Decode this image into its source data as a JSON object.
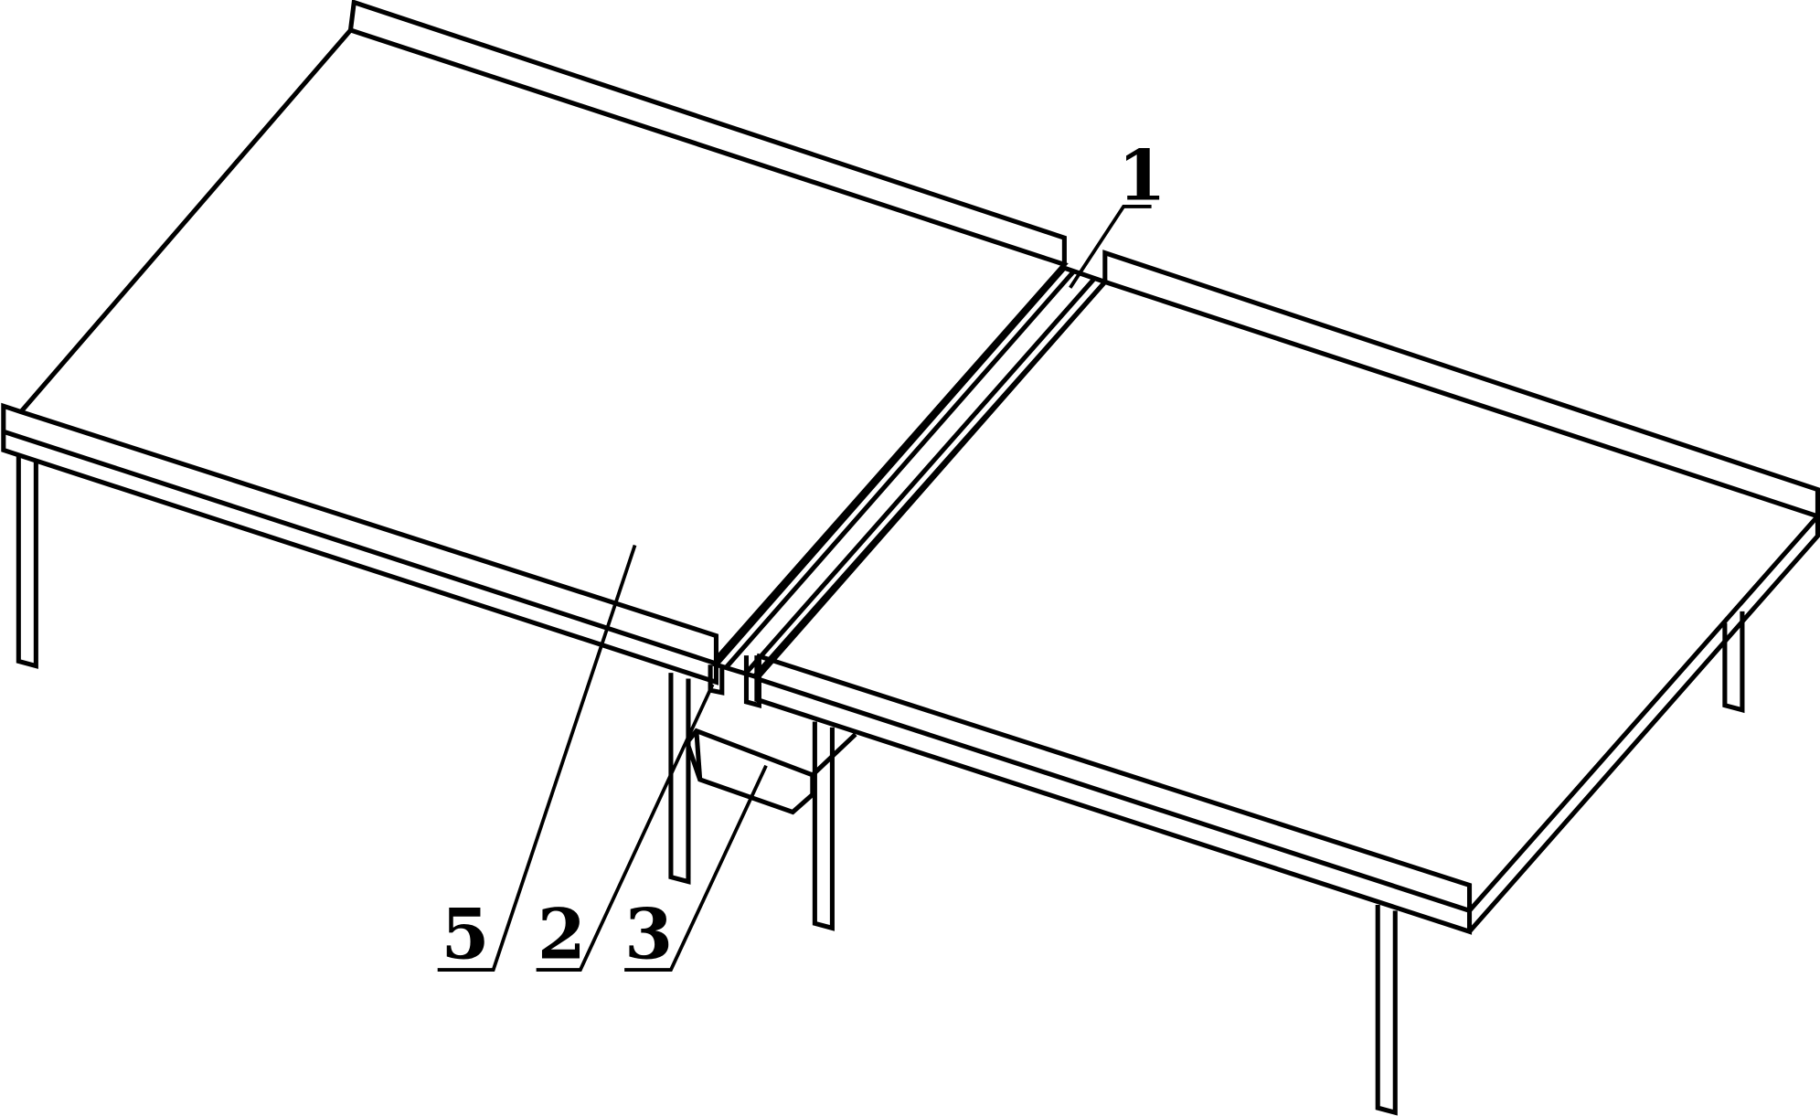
{
  "labels": {
    "net": "1",
    "net_post": "2",
    "ball_box": "3",
    "table_top": "5"
  },
  "colors": {
    "stroke": "#000000",
    "background": "#ffffff"
  }
}
